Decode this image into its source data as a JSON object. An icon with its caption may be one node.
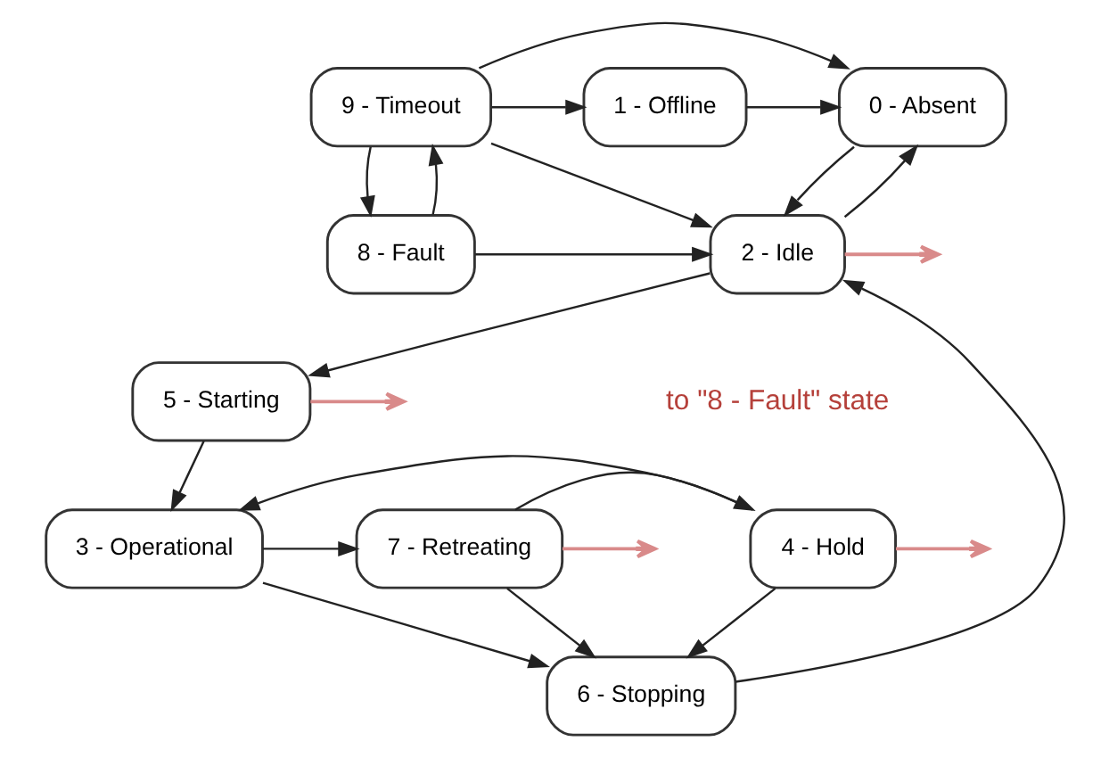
{
  "diagram": {
    "nodes": [
      {
        "text": [
          "9 - Timeout"
        ]
      },
      {
        "text": [
          "1 - Offline"
        ]
      },
      {
        "text": [
          "0 - Absent"
        ]
      },
      {
        "text": [
          "8 - Fault"
        ]
      },
      {
        "text": [
          "2 - Idle"
        ]
      },
      {
        "text": [
          "5 - Starting"
        ]
      },
      {
        "text": [
          "3 - Operational"
        ]
      },
      {
        "text": [
          "7 - Retreating"
        ]
      },
      {
        "text": [
          "4 - Hold"
        ]
      },
      {
        "text": [
          "6 - Stopping"
        ]
      }
    ],
    "edges": [
      {
        "from": 0,
        "to": 2,
        "arrow": "to"
      },
      {
        "from": 0,
        "to": 1,
        "arrow": "to"
      },
      {
        "from": 1,
        "to": 2,
        "arrow": "to"
      },
      {
        "from": 0,
        "to": 4,
        "arrow": "to"
      },
      {
        "from": 0,
        "to": 3,
        "arrow": "to"
      },
      {
        "from": 3,
        "to": 0,
        "arrow": "to"
      },
      {
        "from": 3,
        "to": 4,
        "arrow": "to"
      },
      {
        "from": 2,
        "to": 4,
        "arrow": "to"
      },
      {
        "from": 4,
        "to": 2,
        "arrow": "to"
      },
      {
        "from": 4,
        "to": 5,
        "arrow": "to"
      },
      {
        "from": 5,
        "to": 6,
        "arrow": "to"
      },
      {
        "from": 6,
        "to": 7,
        "arrow": "to"
      },
      {
        "from": 7,
        "to": 8,
        "arrow": "to"
      },
      {
        "from": 8,
        "to": 6,
        "arrow": "to"
      },
      {
        "from": 6,
        "to": 9,
        "arrow": "to"
      },
      {
        "from": 7,
        "to": 9,
        "arrow": "to"
      },
      {
        "from": 8,
        "to": 9,
        "arrow": "to"
      },
      {
        "from": 9,
        "to": 4,
        "arrow": "to"
      },
      {
        "from": 4,
        "to": null,
        "arrow": "to",
        "color": "#d98a8a"
      },
      {
        "from": 5,
        "to": null,
        "arrow": "to",
        "color": "#d98a8a"
      },
      {
        "from": 7,
        "to": null,
        "arrow": "to",
        "color": "#d98a8a"
      },
      {
        "from": 8,
        "to": null,
        "arrow": "to",
        "color": "#d98a8a"
      }
    ],
    "labels": [
      "to \"8 - Fault\" state"
    ]
  }
}
